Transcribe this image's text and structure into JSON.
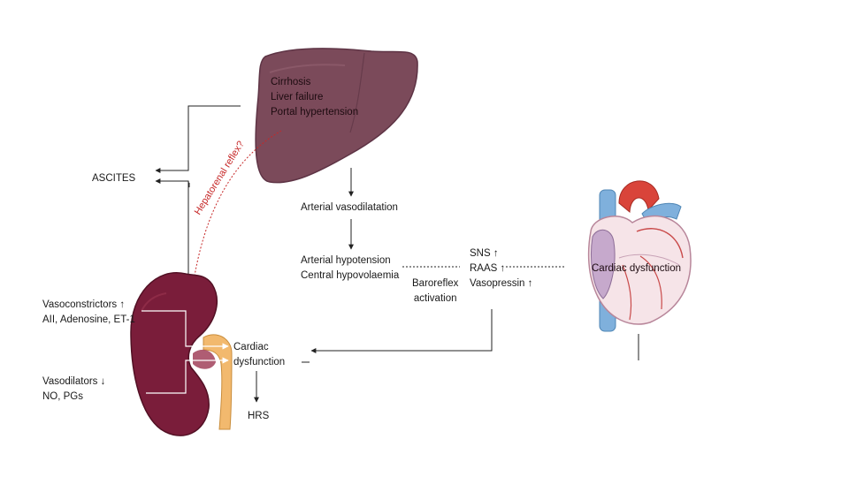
{
  "liver": {
    "lines": [
      "Cirrhosis",
      "Liver failure",
      "Portal hypertension"
    ]
  },
  "ascites_label": "ASCITES",
  "reflex_label": "Hepatorenal reflex?",
  "cascade": {
    "vasodilatation": "Arterial vasodilatation",
    "hypotension": [
      "Arterial hypotension",
      "Central hypovolaemia"
    ],
    "baroreflex": [
      "Baroreflex",
      "activation"
    ],
    "neurohumoral": [
      "SNS ↑",
      "RAAS ↑",
      "Vasopressin ↑"
    ]
  },
  "heart_label": "Cardiac dysfunction",
  "kidney": {
    "vasoconstrictors": [
      "Vasoconstrictors ↑",
      "AII, Adenosine, ET-1"
    ],
    "vasodilators": [
      "Vasodilators ↓",
      "NO, PGs"
    ]
  },
  "cardiac_label": [
    "Cardiac",
    "dysfunction"
  ],
  "hrs_label": "HRS",
  "colors": {
    "liver": "#7b4a5a",
    "kidney": "#7a1d3a",
    "ureter": "#f2b96e",
    "heart_red": "#d9443a",
    "heart_blue": "#7fb0dc",
    "heart_pink": "#f6e4e8",
    "reflex_red": "#d33a3a"
  }
}
